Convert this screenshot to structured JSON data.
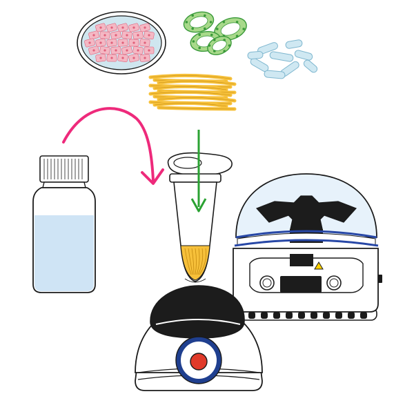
{
  "diagram": {
    "nodes": [
      {
        "id": "petri-dish",
        "label": "",
        "icon": "petri-dish-cells-icon"
      },
      {
        "id": "plant-cells",
        "label": "",
        "icon": "plant-cells-icon"
      },
      {
        "id": "bacteria",
        "label": "",
        "icon": "rod-bacteria-icon"
      },
      {
        "id": "tissue",
        "label": "",
        "icon": "fibrous-tissue-icon"
      },
      {
        "id": "buffer-bottle",
        "label": "",
        "icon": "reagent-bottle-icon"
      },
      {
        "id": "tube",
        "label": "",
        "icon": "microcentrifuge-tube-icon"
      },
      {
        "id": "vortex-mixer",
        "label": "",
        "icon": "vortex-mixer-icon"
      },
      {
        "id": "centrifuge",
        "label": "",
        "icon": "mini-centrifuge-icon"
      }
    ],
    "edges": [
      {
        "from": "buffer-bottle",
        "to": "tube",
        "kind": "curved-arrow"
      },
      {
        "from": "tissue",
        "to": "tube",
        "kind": "straight-arrow"
      }
    ]
  },
  "colors": {
    "outline": "#1a1a1a",
    "petri_dish": "#cfe6ef",
    "cells_pink": "#f4b8c4",
    "cell_nucleus": "#e0607a",
    "plant_green": "#a8d98a",
    "plant_dark": "#3a9a3a",
    "bacteria_blue": "#cfe8f2",
    "tissue_yellow": "#f6c03a",
    "bottle_liquid": "#cfe4f5",
    "pink_arrow": "#ee2a7b",
    "green_arrow": "#2aa232",
    "vortex_cap": "#1c1c1c",
    "vortex_badge": "#1f3f8f",
    "vortex_button": "#e03a2a",
    "centrifuge_dome": "#e7f2fb",
    "centrifuge_rim": "#2747a6",
    "warning_yellow": "#ffd100"
  }
}
